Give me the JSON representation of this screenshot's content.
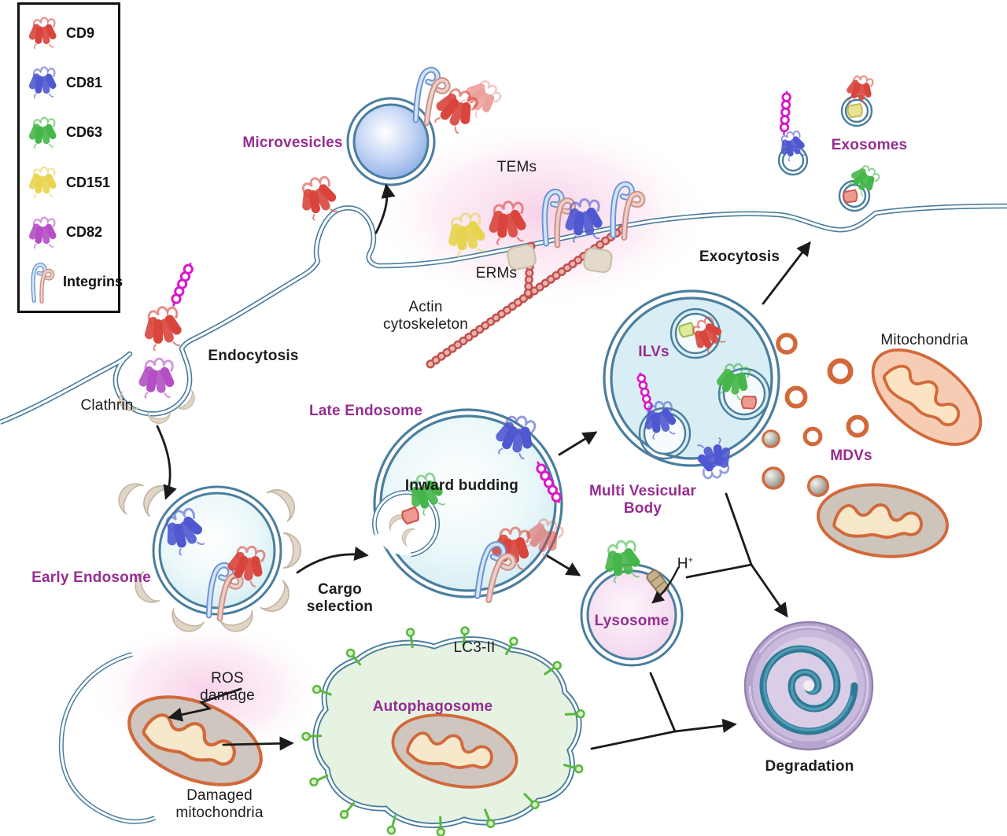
{
  "figure_type": "cell-biology-pathway-diagram",
  "colors": {
    "cd9": "#d9453c",
    "cd81": "#4f58d0",
    "cd63": "#45b649",
    "cd151": "#e8d44f",
    "cd82": "#b44fc4",
    "integrin_blue": "#6f8fd6",
    "integrin_pink": "#cc8f88",
    "membrane": "#4a7e9e",
    "label_purple": "#962d91",
    "beads": "#d916c9",
    "mito_orange": "#d2693a",
    "lc3_green": "#58b83c",
    "actin": "#c0504d",
    "clathrin_beige": "#e0d5c6",
    "arrow_black": "#1b1b1b"
  },
  "legend": {
    "items": [
      {
        "id": "cd9",
        "label": "CD9",
        "color": "#d9453c",
        "icon": "tetraspanin-icon"
      },
      {
        "id": "cd81",
        "label": "CD81",
        "color": "#4f58d0",
        "icon": "tetraspanin-icon"
      },
      {
        "id": "cd63",
        "label": "CD63",
        "color": "#45b649",
        "icon": "tetraspanin-icon"
      },
      {
        "id": "cd151",
        "label": "CD151",
        "color": "#e8d44f",
        "icon": "tetraspanin-icon"
      },
      {
        "id": "cd82",
        "label": "CD82",
        "color": "#b44fc4",
        "icon": "tetraspanin-icon"
      },
      {
        "id": "integrins",
        "label": "Integrins",
        "color": "#6f8fd6",
        "icon": "integrin-icon"
      }
    ]
  },
  "labels": {
    "microvesicles": "Microvesicles",
    "tems": "TEMs",
    "erms": "ERMs",
    "actin_line1": "Actin",
    "actin_line2": "cytoskeleton",
    "exocytosis": "Exocytosis",
    "exosomes": "Exosomes",
    "mitochondria": "Mitochondria",
    "endocytosis": "Endocytosis",
    "clathrin": "Clathrin",
    "late_endosome": "Late Endosome",
    "ilvs": "ILVs",
    "inward_budding": "Inward budding",
    "mvb_line1": "Multi Vesicular",
    "mvb_line2": "Body",
    "mdvs": "MDVs",
    "early_endosome": "Early Endosome",
    "cargo_line1": "Cargo",
    "cargo_line2": "selection",
    "lysosome": "Lysosome",
    "h": "H",
    "h_sup": "+",
    "lc3": "LC3-II",
    "autophagosome": "Autophagosome",
    "ros_line1": "ROS",
    "ros_line2": "damage",
    "damaged_line1": "Damaged",
    "damaged_line2": "mitochondria",
    "degradation": "Degradation"
  }
}
